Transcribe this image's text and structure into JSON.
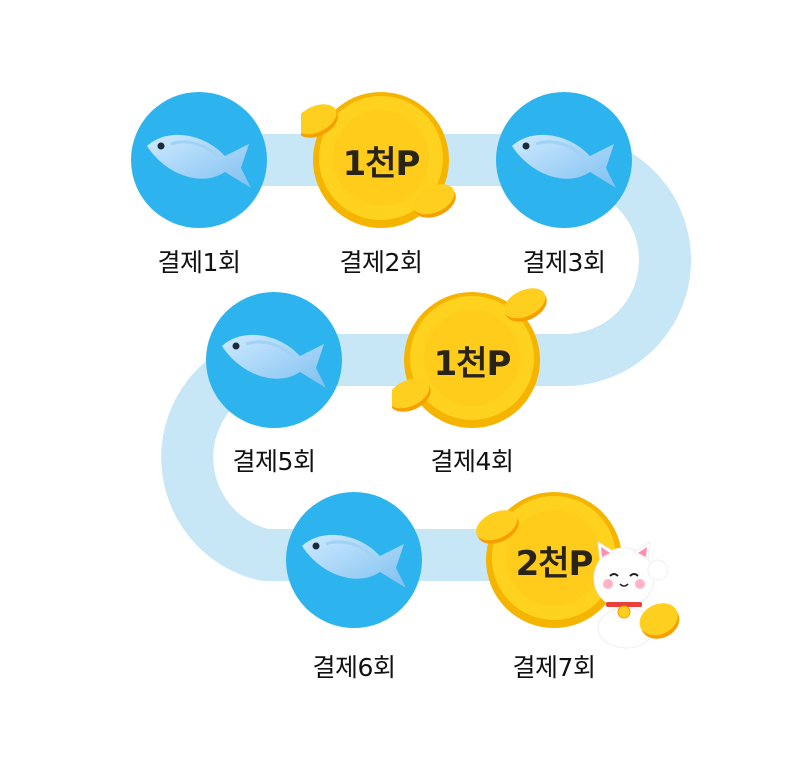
{
  "steps": [
    {
      "label": "결제1회",
      "reward": "fish-icon"
    },
    {
      "label": "결제2회",
      "reward": "coin-icon",
      "coin_text": "1천P"
    },
    {
      "label": "결제3회",
      "reward": "fish-icon"
    },
    {
      "label": "결제4회",
      "reward": "coin-icon",
      "coin_text": "1천P"
    },
    {
      "label": "결제5회",
      "reward": "fish-icon"
    },
    {
      "label": "결제6회",
      "reward": "fish-icon"
    },
    {
      "label": "결제7회",
      "reward": "coin-icon",
      "coin_text": "2천P",
      "extra": "lucky-cat-icon"
    }
  ],
  "colors": {
    "path": "#c7e6f6",
    "fish_circle": "#2db3ee",
    "coin_gold": "#ffd21f",
    "coin_edge": "#f5b400",
    "text": "#111111"
  }
}
